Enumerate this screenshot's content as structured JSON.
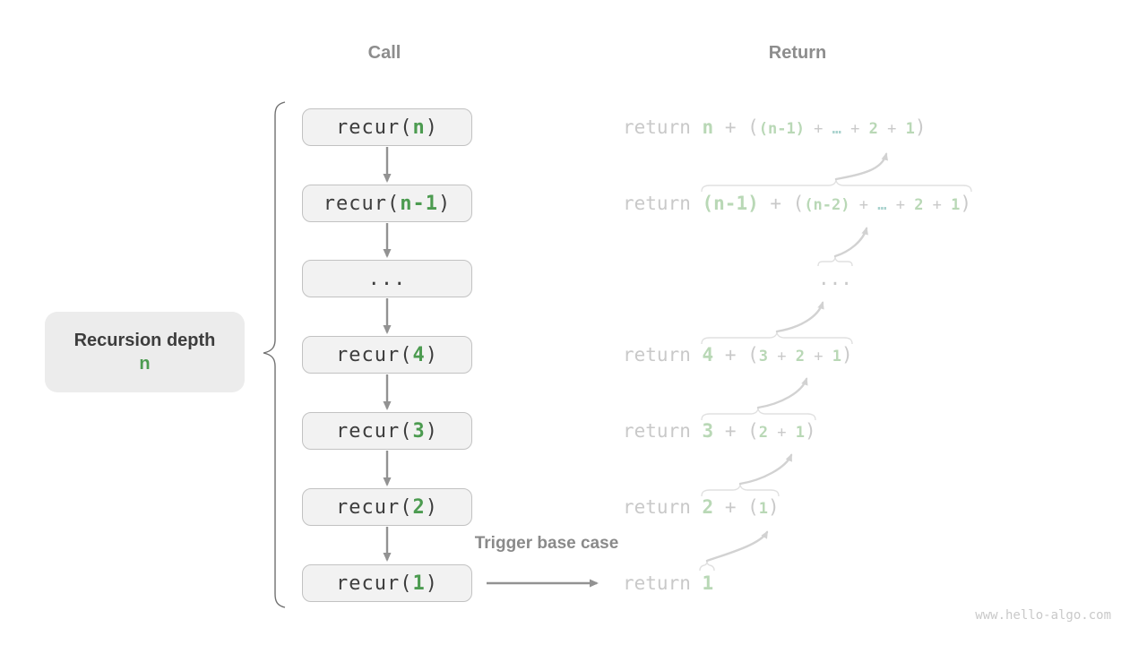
{
  "headers": {
    "call": "Call",
    "return": "Return"
  },
  "depth_label": {
    "title": "Recursion depth",
    "value": "n"
  },
  "trigger_label": "Trigger base case",
  "watermark": "www.hello-algo.com",
  "colors": {
    "call_green": "#4c9b50",
    "faded_green": "#b9d8b6",
    "faded_teal": "#a8d2cd",
    "faded_gray": "#c9c9c9",
    "box_fill": "#f2f2f2",
    "box_border": "#c2c2c2",
    "dark_text": "#3d3d3d",
    "header_gray": "#8d8d8d",
    "arrow_gray": "#929292",
    "light_arrow": "#d2d2d2"
  },
  "call_boxes": [
    {
      "label": "recur(n)",
      "segments": [
        {
          "t": "recur(",
          "style": "plain"
        },
        {
          "t": "n",
          "style": "green"
        },
        {
          "t": ")",
          "style": "plain"
        }
      ]
    },
    {
      "label": "recur(n-1)",
      "segments": [
        {
          "t": "recur(",
          "style": "plain"
        },
        {
          "t": "n-1",
          "style": "green"
        },
        {
          "t": ")",
          "style": "plain"
        }
      ]
    },
    {
      "label": "...",
      "segments": [
        {
          "t": "...",
          "style": "plain"
        }
      ]
    },
    {
      "label": "recur(4)",
      "segments": [
        {
          "t": "recur(",
          "style": "plain"
        },
        {
          "t": "4",
          "style": "green"
        },
        {
          "t": ")",
          "style": "plain"
        }
      ]
    },
    {
      "label": "recur(3)",
      "segments": [
        {
          "t": "recur(",
          "style": "plain"
        },
        {
          "t": "3",
          "style": "green"
        },
        {
          "t": ")",
          "style": "plain"
        }
      ]
    },
    {
      "label": "recur(2)",
      "segments": [
        {
          "t": "recur(",
          "style": "plain"
        },
        {
          "t": "2",
          "style": "green"
        },
        {
          "t": ")",
          "style": "plain"
        }
      ]
    },
    {
      "label": "recur(1)",
      "segments": [
        {
          "t": "recur(",
          "style": "plain"
        },
        {
          "t": "1",
          "style": "green"
        },
        {
          "t": ")",
          "style": "plain"
        }
      ]
    }
  ],
  "return_rows": [
    {
      "label": "return n + ((n-1) + … + 2 + 1)",
      "segments": [
        {
          "t": "return ",
          "style": "gray"
        },
        {
          "t": "n",
          "style": "green"
        },
        {
          "t": " + (",
          "style": "gray"
        },
        {
          "t": "(n-1)",
          "style": "green",
          "small": true
        },
        {
          "t": " + ",
          "style": "gray",
          "small": true
        },
        {
          "t": "…",
          "style": "teal",
          "small": true
        },
        {
          "t": " + ",
          "style": "gray",
          "small": true
        },
        {
          "t": "2",
          "style": "green",
          "small": true
        },
        {
          "t": " + ",
          "style": "gray",
          "small": true
        },
        {
          "t": "1",
          "style": "green",
          "small": true
        },
        {
          "t": ")",
          "style": "gray"
        }
      ]
    },
    {
      "label": "return (n-1) + ((n-2) + … + 2 + 1)",
      "segments": [
        {
          "t": "return ",
          "style": "gray"
        },
        {
          "t": "(n-1)",
          "style": "green"
        },
        {
          "t": " + (",
          "style": "gray"
        },
        {
          "t": "(n-2)",
          "style": "green",
          "small": true
        },
        {
          "t": " + ",
          "style": "gray",
          "small": true
        },
        {
          "t": "…",
          "style": "teal",
          "small": true
        },
        {
          "t": " + ",
          "style": "gray",
          "small": true
        },
        {
          "t": "2",
          "style": "green",
          "small": true
        },
        {
          "t": " + ",
          "style": "gray",
          "small": true
        },
        {
          "t": "1",
          "style": "green",
          "small": true
        },
        {
          "t": ")",
          "style": "gray"
        }
      ]
    },
    {
      "label": "...",
      "segments": [
        {
          "t": "...",
          "style": "gray"
        }
      ]
    },
    {
      "label": "return 4 + (3 + 2 + 1)",
      "segments": [
        {
          "t": "return ",
          "style": "gray"
        },
        {
          "t": "4",
          "style": "green"
        },
        {
          "t": " + (",
          "style": "gray"
        },
        {
          "t": "3",
          "style": "green",
          "small": true
        },
        {
          "t": " + ",
          "style": "gray",
          "small": true
        },
        {
          "t": "2",
          "style": "green",
          "small": true
        },
        {
          "t": " + ",
          "style": "gray",
          "small": true
        },
        {
          "t": "1",
          "style": "green",
          "small": true
        },
        {
          "t": ")",
          "style": "gray"
        }
      ]
    },
    {
      "label": "return 3 + (2 + 1)",
      "segments": [
        {
          "t": "return ",
          "style": "gray"
        },
        {
          "t": "3",
          "style": "green"
        },
        {
          "t": " + (",
          "style": "gray"
        },
        {
          "t": "2",
          "style": "green",
          "small": true
        },
        {
          "t": " + ",
          "style": "gray",
          "small": true
        },
        {
          "t": "1",
          "style": "green",
          "small": true
        },
        {
          "t": ")",
          "style": "gray"
        }
      ]
    },
    {
      "label": "return 2 + (1)",
      "segments": [
        {
          "t": "return ",
          "style": "gray"
        },
        {
          "t": "2",
          "style": "green"
        },
        {
          "t": " + (",
          "style": "gray"
        },
        {
          "t": "1",
          "style": "green",
          "small": true
        },
        {
          "t": ")",
          "style": "gray"
        }
      ]
    },
    {
      "label": "return 1",
      "segments": [
        {
          "t": "return ",
          "style": "gray"
        },
        {
          "t": "1",
          "style": "green"
        }
      ]
    }
  ]
}
